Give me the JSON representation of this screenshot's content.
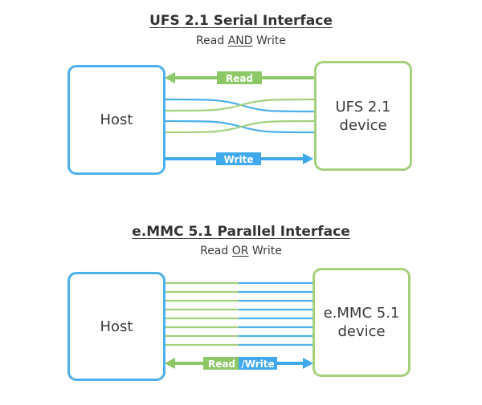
{
  "colors": {
    "host_blue": "#4db0ea",
    "device_green": "#a5d17d",
    "read_green": "#8cc866",
    "write_blue": "#3fa9ec"
  },
  "ufs": {
    "title": "UFS 2.1 Serial Interface",
    "subtitle_pre": "Read ",
    "subtitle_emph": "AND",
    "subtitle_post": " Write",
    "host_label": "Host",
    "device_label_line1": "UFS 2.1",
    "device_label_line2": "device",
    "read_label": "Read",
    "write_label": "Write",
    "differential_lane_pairs": 2
  },
  "emmc": {
    "title": "e.MMC 5.1 Parallel  Interface",
    "subtitle_pre": "Read ",
    "subtitle_emph": "OR",
    "subtitle_post": " Write",
    "host_label": "Host",
    "device_label_line1": "e.MMC 5.1",
    "device_label_line2": "device",
    "read_label": "Read",
    "write_label": "/Write",
    "parallel_lines": 8
  }
}
